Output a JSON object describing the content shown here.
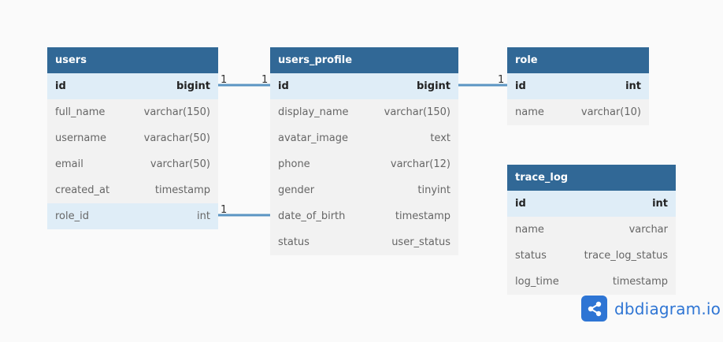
{
  "tables": {
    "users": {
      "name": "users",
      "columns": [
        {
          "name": "id",
          "type": "bigint"
        },
        {
          "name": "full_name",
          "type": "varchar(150)"
        },
        {
          "name": "username",
          "type": "varachar(50)"
        },
        {
          "name": "email",
          "type": "varchar(50)"
        },
        {
          "name": "created_at",
          "type": "timestamp"
        },
        {
          "name": "role_id",
          "type": "int"
        }
      ]
    },
    "users_profile": {
      "name": "users_profile",
      "columns": [
        {
          "name": "id",
          "type": "bigint"
        },
        {
          "name": "display_name",
          "type": "varchar(150)"
        },
        {
          "name": "avatar_image",
          "type": "text"
        },
        {
          "name": "phone",
          "type": "varchar(12)"
        },
        {
          "name": "gender",
          "type": "tinyint"
        },
        {
          "name": "date_of_birth",
          "type": "timestamp"
        },
        {
          "name": "status",
          "type": "user_status"
        }
      ]
    },
    "role": {
      "name": "role",
      "columns": [
        {
          "name": "id",
          "type": "int"
        },
        {
          "name": "name",
          "type": "varchar(10)"
        }
      ]
    },
    "trace_log": {
      "name": "trace_log",
      "columns": [
        {
          "name": "id",
          "type": "int"
        },
        {
          "name": "name",
          "type": "varchar"
        },
        {
          "name": "status",
          "type": "trace_log_status"
        },
        {
          "name": "log_time",
          "type": "timestamp"
        }
      ]
    }
  },
  "relationships": {
    "users_id_to_profile_id": {
      "left_card": "1",
      "right_card": "1"
    },
    "profile_id_to_role_id": {
      "right_card": "1"
    },
    "users_role_id_to_profile": {
      "left_card": "1"
    }
  },
  "brand": {
    "name": "dbdiagram.io",
    "icon": "share-nodes-icon"
  },
  "colors": {
    "header": "#316896",
    "link": "#5b95c3",
    "highlight": "#dfedf7",
    "brand": "#2e75d4"
  }
}
